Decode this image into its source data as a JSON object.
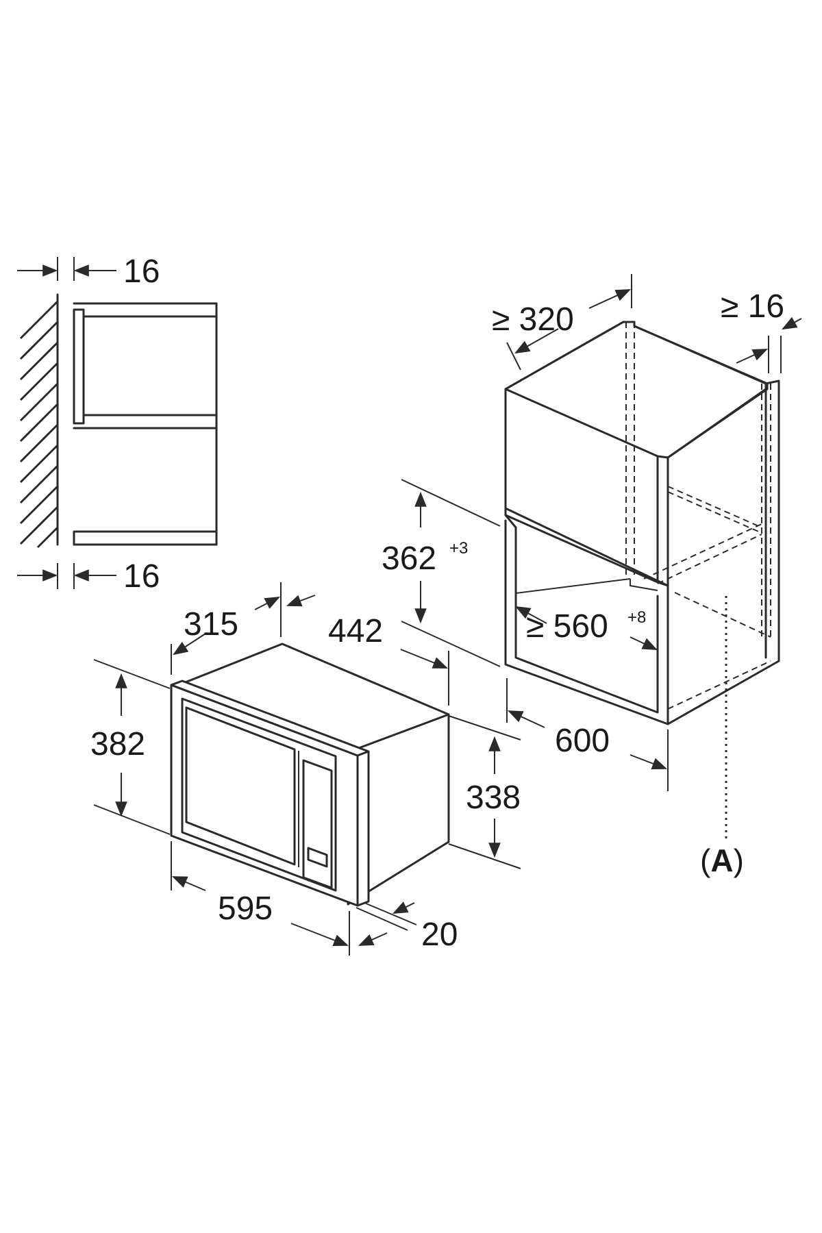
{
  "labels": {
    "side_top_gap": "16",
    "side_bottom_gap": "16",
    "niche_depth_min": "≥ 320",
    "niche_side_gap_min": "≥ 16",
    "niche_height": "362",
    "niche_height_tol": "+3",
    "niche_width_min": "≥ 560",
    "niche_width_tol": "+8",
    "cabinet_width": "600",
    "appliance_depth": "315",
    "appliance_body_width": "442",
    "appliance_height": "382",
    "appliance_body_height": "338",
    "appliance_width": "595",
    "frame_thickness": "20",
    "ref_open": "(",
    "ref_letter": "A",
    "ref_close": ")"
  }
}
